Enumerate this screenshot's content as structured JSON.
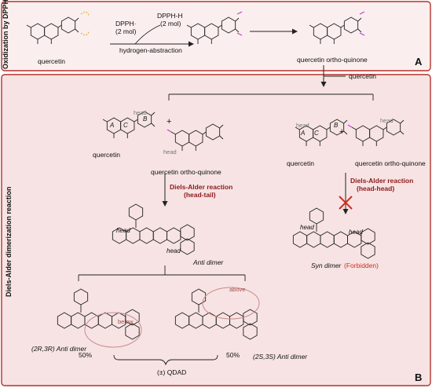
{
  "panel_a": {
    "side_title": "Oxidization by DPPH·",
    "letter": "A",
    "quercetin": "quercetin",
    "reagent_top": "DPPH·",
    "reagent_top_amount": "(2 mol)",
    "product_top": "DPPH-H",
    "product_top_amount": "(2 mol)",
    "arrow_label": "hydrogen-abstraction",
    "product": "quercetin ortho-quinone"
  },
  "panel_b": {
    "side_title": "Diels-Alder dimerization reaction",
    "letter": "B",
    "quercetin_label": "quercetin",
    "left_quercetin": "quercetin",
    "left_quinone": "quercetin ortho-quinone",
    "right_quercetin": "quercetin",
    "right_quinone": "quercetin ortho-quinone",
    "plus": "+",
    "ring_a": "A",
    "ring_b": "B",
    "ring_c": "C",
    "head": "head",
    "reaction_tail_1": "Diels-Alder reaction",
    "reaction_tail_2": "(head-tail)",
    "reaction_head_1": "Diels-Alder reaction",
    "reaction_head_2": "(head-head)",
    "anti_dimer": "Anti dimer",
    "syn_dimer": "Syn dimer",
    "forbidden": "(Forbidden)",
    "below": "below",
    "above": "above",
    "enantiomer_1": "(2R,3R) Anti dimer",
    "enantiomer_2": "(2S,3S) Anti dimer",
    "pct_1": "50%",
    "pct_2": "50%",
    "qdad": "(±) QDAD"
  },
  "colors": {
    "panel_border": "#b5322c",
    "panel_a_fill": "#fbeeee",
    "panel_b_fill": "#f7e3e3",
    "reaction_text": "#8b1a1a",
    "quinone": "#c23fd6",
    "cross": "#d42b1e",
    "circle": "#c98a8a"
  }
}
